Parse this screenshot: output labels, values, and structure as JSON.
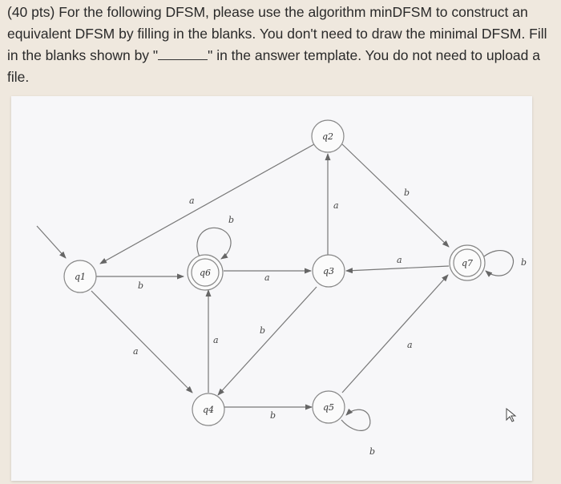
{
  "question": {
    "text_before_blank": "(40 pts) For the following DFSM, please use the algorithm minDFSM to construct an equivalent DFSM by filling in the blanks. You don't need to draw the minimal DFSM. Fill in the blanks shown by \"",
    "text_after_blank": "\" in the answer template. You do not need to upload a file."
  },
  "dfsm": {
    "states": [
      "q1",
      "q2",
      "q3",
      "q4",
      "q5",
      "q6",
      "q7"
    ],
    "start_state": "q1",
    "accepting_states": [
      "q6",
      "q7"
    ],
    "transitions": [
      {
        "from": "q1",
        "to": "q6",
        "label": "b"
      },
      {
        "from": "q1",
        "to": "q4",
        "label": "a"
      },
      {
        "from": "q2",
        "to": "q1",
        "label": "a"
      },
      {
        "from": "q2",
        "to": "q7",
        "label": "b"
      },
      {
        "from": "q3",
        "to": "q2",
        "label": "a"
      },
      {
        "from": "q3",
        "to": "q4",
        "label": "b"
      },
      {
        "from": "q4",
        "to": "q6",
        "label": "a"
      },
      {
        "from": "q4",
        "to": "q5",
        "label": "b"
      },
      {
        "from": "q5",
        "to": "q7",
        "label": "a"
      },
      {
        "from": "q5",
        "to": "q5",
        "label": "b"
      },
      {
        "from": "q6",
        "to": "q3",
        "label": "a"
      },
      {
        "from": "q6",
        "to": "q6",
        "label": "b"
      },
      {
        "from": "q7",
        "to": "q3",
        "label": "a"
      },
      {
        "from": "q7",
        "to": "q7",
        "label": "b"
      }
    ]
  }
}
